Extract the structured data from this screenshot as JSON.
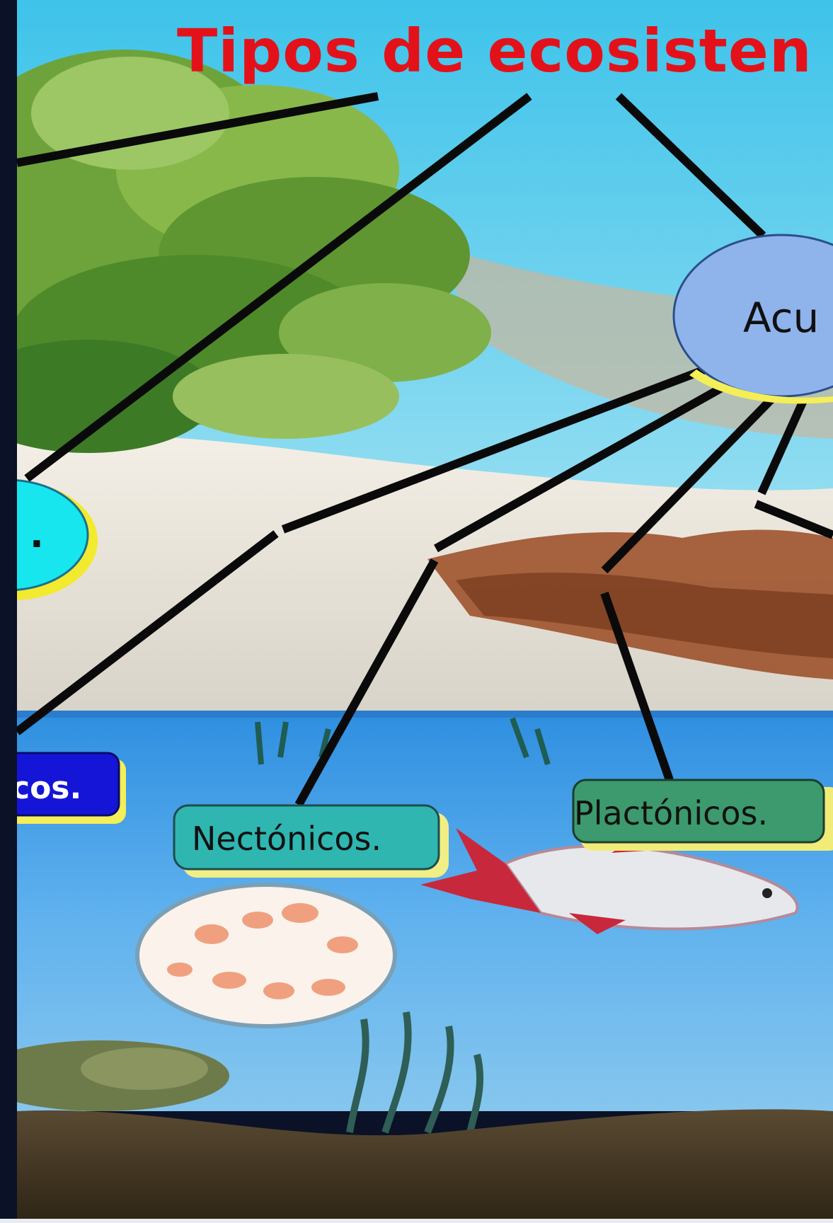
{
  "title": "Tipos de ecosisten",
  "nodes": {
    "acuaticos": {
      "label": "Acu",
      "fill": "#8fb4ec",
      "border": "#2a4f8a"
    },
    "terrestre": {
      "label": ".",
      "fill": "#18e6ee",
      "border": "#f2ea2e"
    },
    "bentonicos": {
      "label": "cos.",
      "fill": "#1515d8",
      "border": "#f4ee58"
    },
    "nectonicos": {
      "label": "Nectónicos.",
      "fill": "#2fb6b0",
      "border": "#f2ee86"
    },
    "plactonicos": {
      "label": "Plactónicos.",
      "fill": "#3c9a6e",
      "border": "#f1ec78"
    }
  },
  "colors": {
    "title": "#e3121a",
    "sky": "#48c4ea",
    "water": "#3e9fe3",
    "connector": "#0a0a0a"
  }
}
